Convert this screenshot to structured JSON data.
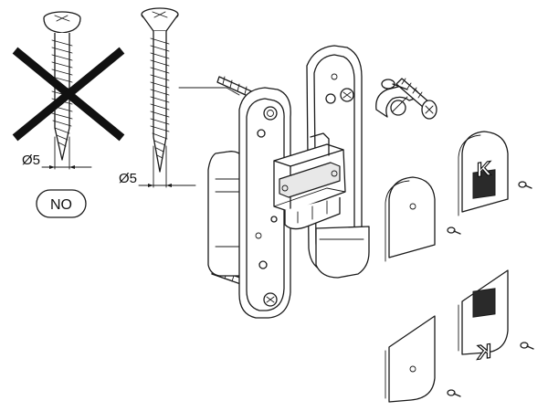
{
  "diagram": {
    "labels": {
      "diameter_left": "Ø5",
      "diameter_right": "Ø5",
      "no_badge": "NO"
    },
    "cover_caps": [
      {
        "letter": "K"
      },
      {
        "letter": "K"
      }
    ],
    "colors": {
      "line": "#1a1a1a",
      "cross": "#111111",
      "background": "#ffffff"
    },
    "icons": [
      "screw-icon",
      "cross-mark-icon",
      "hinge-icon",
      "cover-cap-icon",
      "small-screw-icon",
      "adjustment-clip-icon"
    ]
  }
}
